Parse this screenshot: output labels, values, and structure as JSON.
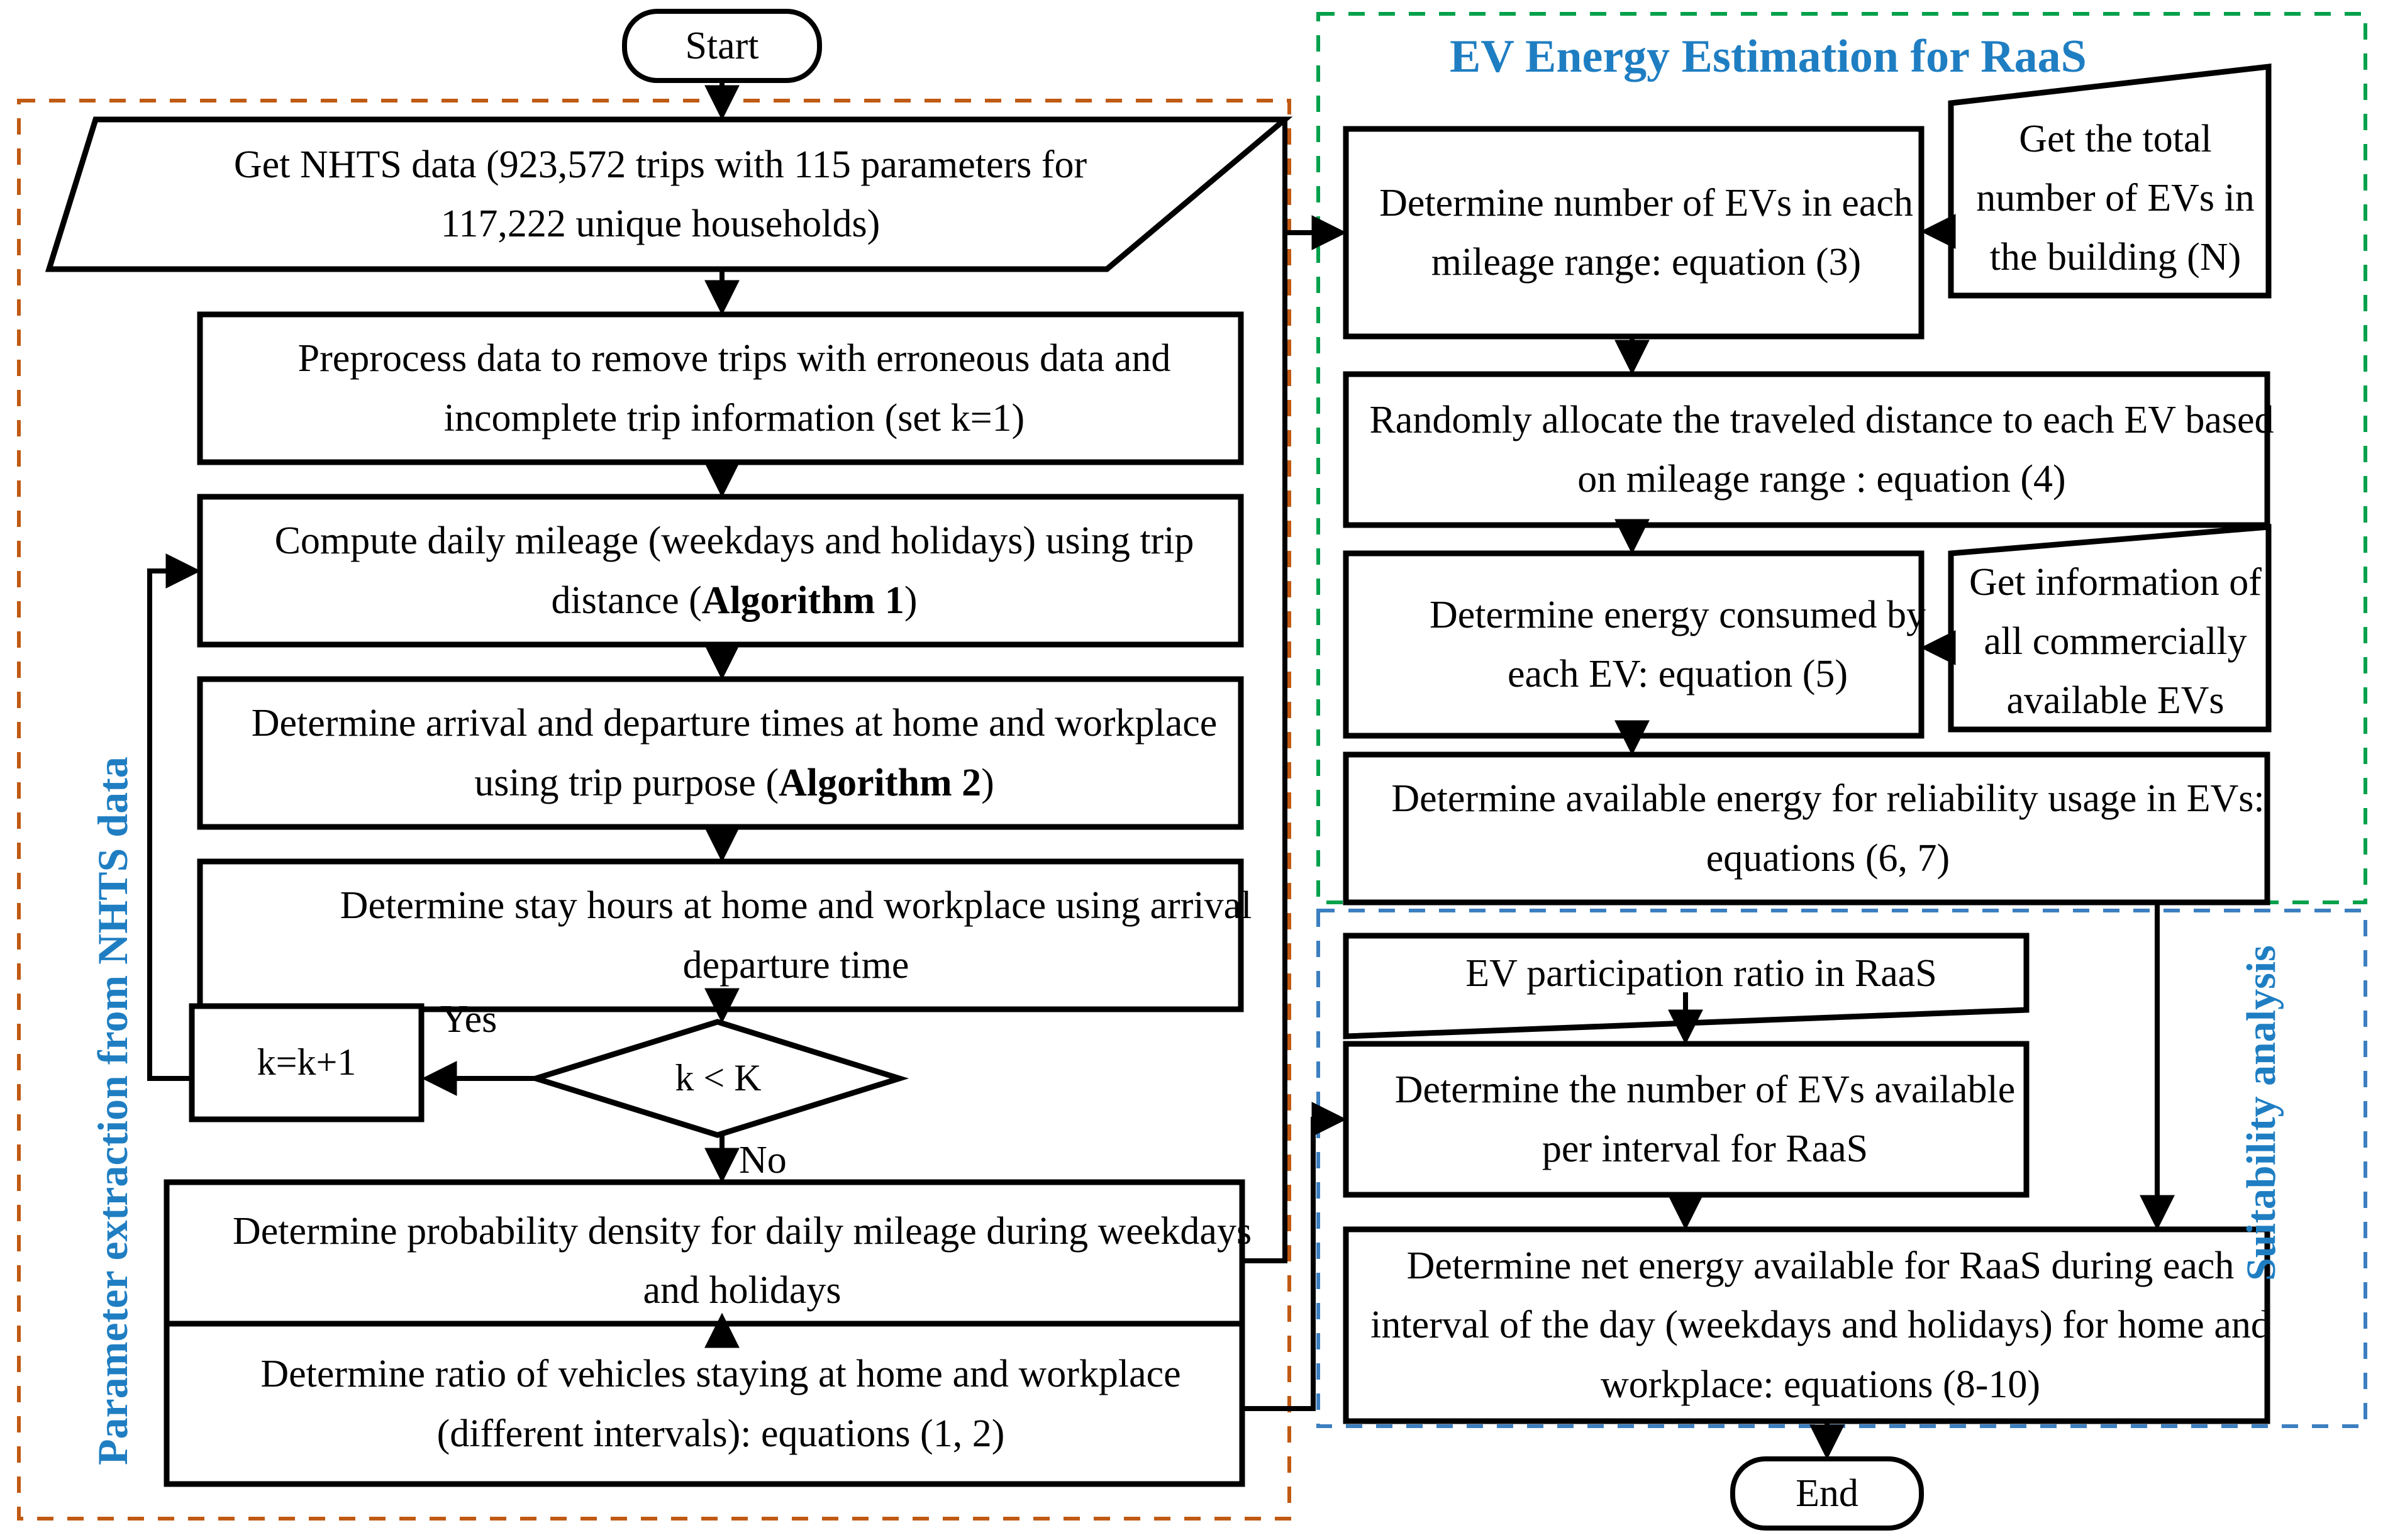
{
  "figure": {
    "type": "flowchart",
    "description": "EV energy estimation and suitability analysis flowchart"
  },
  "group_labels": {
    "parameter_extraction": "Parameter extraction from NHTS data",
    "ev_energy_estimation": "EV Energy Estimation for RaaS",
    "suitability_analysis": "Suitability analysis"
  },
  "colors": {
    "accent_blue": "#1F7EC2",
    "group_orange": "#C05A13",
    "group_green": "#00A14B",
    "group_blue": "#3C7FC0",
    "node_stroke": "#000000",
    "node_fill": "#FFFFFF"
  },
  "nodes": {
    "start": {
      "label": "Start",
      "shape": "terminator"
    },
    "get_nhts": {
      "label": "Get NHTS data (923,572 trips with 115 parameters for 117,222 unique households)",
      "shape": "parallelogram"
    },
    "preprocess": {
      "label": "Preprocess data to remove trips with erroneous data and incomplete trip information (set k=1)",
      "shape": "process"
    },
    "compute_mileage": {
      "label_pre": "Compute daily mileage (weekdays and holidays) using trip distance (",
      "label_bold": "Algorithm 1",
      "label_post": ")",
      "shape": "process"
    },
    "arrival_departure": {
      "label_pre": "Determine arrival and departure times at home and workplace using trip purpose (",
      "label_bold": "Algorithm 2",
      "label_post": ")",
      "shape": "process"
    },
    "stay_hours": {
      "label": "Determine stay hours at home and workplace using arrival departure time",
      "shape": "process"
    },
    "k_increment": {
      "label": "k=k+1",
      "shape": "process"
    },
    "decision_k": {
      "label": "k < K",
      "shape": "decision"
    },
    "prob_density": {
      "label": "Determine probability density for daily mileage during weekdays and holidays",
      "shape": "process"
    },
    "ratio_vehicles": {
      "label": "Determine ratio of vehicles staying at home and workplace (different intervals): equations (1, 2)",
      "shape": "process"
    },
    "num_evs_mileage": {
      "label": "Determine number of EVs in each mileage range: equation (3)",
      "shape": "process"
    },
    "total_evs_building": {
      "label": "Get the total number of EVs in the building (N)",
      "shape": "trapezoid"
    },
    "allocate_distance": {
      "label": "Randomly allocate the traveled distance to each EV based on mileage range : equation (4)",
      "shape": "process"
    },
    "energy_consumed": {
      "label": "Determine energy consumed by each EV: equation (5)",
      "shape": "process"
    },
    "commercial_evs": {
      "label": "Get information of all commercially available EVs",
      "shape": "trapezoid"
    },
    "available_energy": {
      "label": "Determine available energy for reliability usage in EVs: equations (6, 7)",
      "shape": "process"
    },
    "participation_ratio": {
      "label": "EV participation ratio in RaaS",
      "shape": "trapezoid"
    },
    "num_evs_interval": {
      "label": "Determine the number of EVs available per interval for RaaS",
      "shape": "process"
    },
    "net_energy": {
      "label": "Determine net energy available for RaaS during each interval of the day (weekdays and holidays) for home and workplace: equations (8-10)",
      "shape": "process"
    },
    "end": {
      "label": "End",
      "shape": "terminator"
    }
  },
  "edge_labels": {
    "yes": "Yes",
    "no": "No"
  }
}
